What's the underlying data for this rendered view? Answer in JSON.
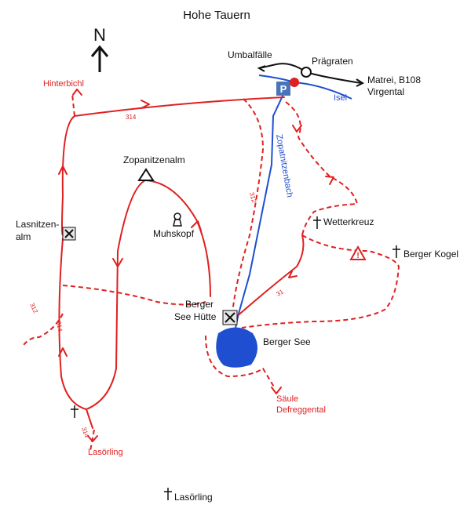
{
  "map": {
    "title": "Hohe Tauern",
    "north": "N",
    "places": {
      "umbalfaelle": "Umbalfälle",
      "praegraten": "Prägraten",
      "matrei": "Matrei, B108",
      "virgental": "Virgental",
      "isel": "Isel",
      "hinterbichl": "Hinterbichl",
      "zopanitzenalm": "Zopanitzenalm",
      "muhskopf": "Muhskopf",
      "zopatnitzenbach": "Zopatnitzenbach",
      "lasnitzenalm_1": "Lasnitzen-",
      "lasnitzenalm_2": "alm",
      "wetterkreuz": "Wetterkreuz",
      "berger_kogel": "Berger Kogel",
      "berger_see_huette_1": "Berger",
      "berger_see_huette_2": "See Hütte",
      "berger_see": "Berger See",
      "saeule_1": "Säule",
      "saeule_2": "Defreggental",
      "lasoerling_trail": "Lasörling",
      "lasoerling_peak": "Lasörling"
    },
    "trail_numbers": {
      "t314_top": "314",
      "t312_mid": "312",
      "t312_left": "312",
      "t314_left": "314",
      "t314_bottom": "314",
      "t31": "31"
    },
    "parking_label": "P",
    "colors": {
      "trail": "#e02020",
      "water": "#1f4fd0",
      "road": "#111111",
      "parking": "#4a74b8"
    },
    "icons": [
      "north-arrow-icon",
      "parking-icon",
      "restaurant-icon",
      "summit-cross-icon",
      "peak-triangle-icon",
      "keyhole-icon",
      "warning-icon"
    ]
  }
}
